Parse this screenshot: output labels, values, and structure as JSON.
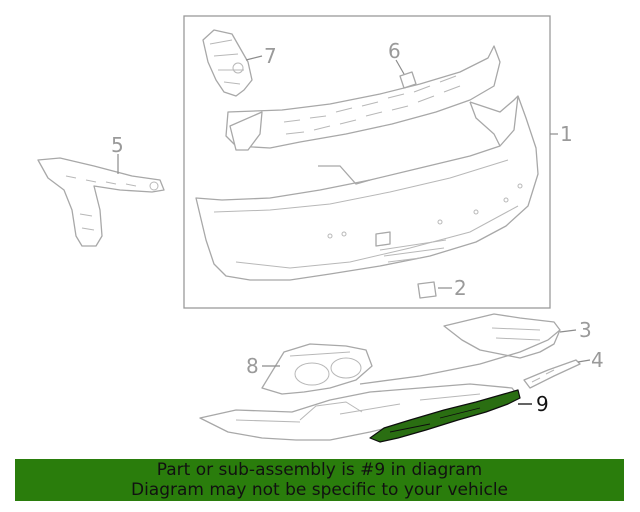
{
  "diagram": {
    "callouts": {
      "c1": "1",
      "c2": "2",
      "c3": "3",
      "c4": "4",
      "c5": "5",
      "c6": "6",
      "c7": "7",
      "c8": "8",
      "c9": "9"
    },
    "highlighted_part": "9",
    "highlight_color": "#2a7d0c"
  },
  "banner": {
    "line1": "Part or sub-assembly is #9 in diagram",
    "line2": "Diagram may not be specific to your vehicle"
  }
}
